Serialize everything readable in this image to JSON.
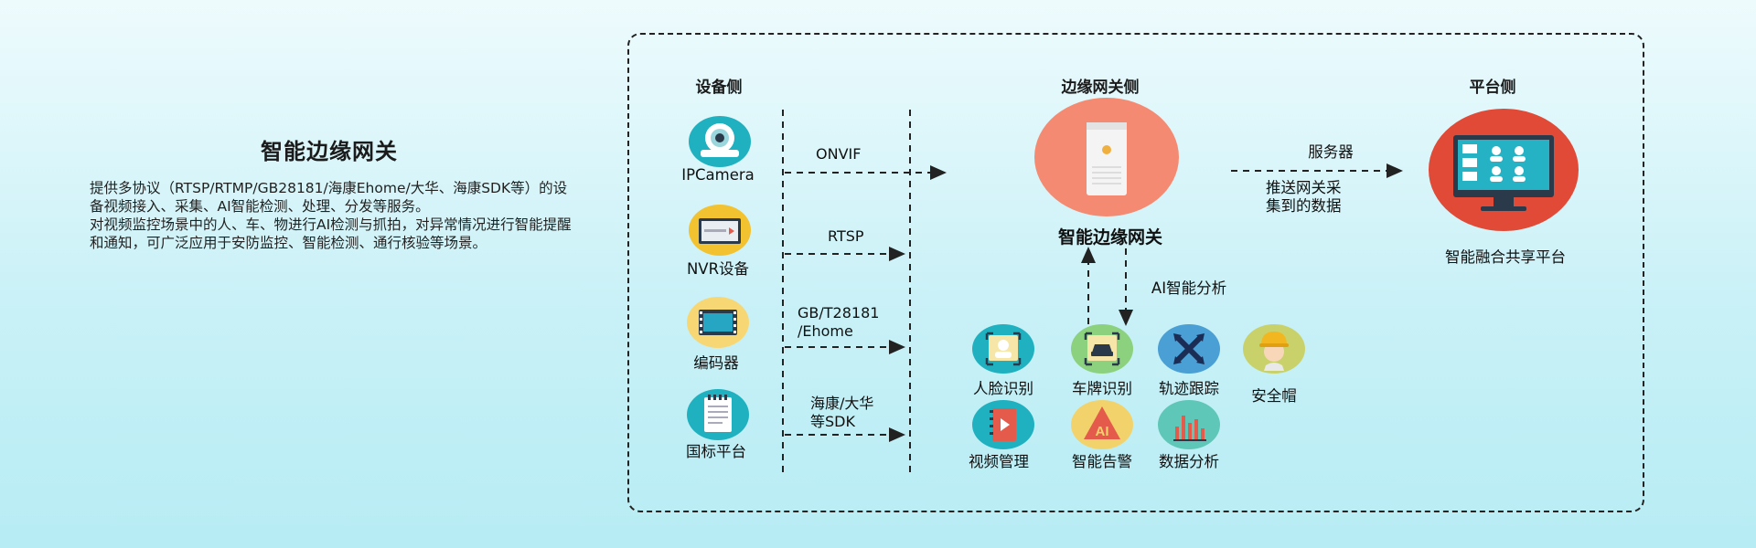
{
  "left_panel": {
    "title": "智能边缘网关",
    "paragraphs": [
      "提供多协议（RTSP/RTMP/GB28181/海康Ehome/大华、海康SDK等）的设备视频接入、采集、AI智能检测、处理、分发等服务。",
      "对视频监控场景中的人、车、物进行AI检测与抓拍，对异常情况进行智能提醒和通知，可广泛应用于安防监控、智能检测、通行核验等场景。"
    ]
  },
  "columns": {
    "device": "设备侧",
    "gateway": "边缘网关侧",
    "platform": "平台侧"
  },
  "devices": [
    {
      "label": "IPCamera",
      "icon": "ip-camera-icon",
      "color": "#1fb1c0"
    },
    {
      "label": "NVR设备",
      "icon": "nvr-device-icon",
      "color": "#f2c230"
    },
    {
      "label": "编码器",
      "icon": "encoder-icon",
      "color": "#f7d774"
    },
    {
      "label": "国标平台",
      "icon": "document-icon",
      "color": "#1fb1c0"
    }
  ],
  "protocols": [
    "ONVIF",
    "RTSP",
    "GB/T28181\n/Ehome",
    "海康/大华\n等SDK"
  ],
  "gateway": {
    "label": "智能边缘网关",
    "icon": "server-icon",
    "color": "#f58a72"
  },
  "ai_link_label": "AI智能分析",
  "server_link": {
    "label": "服务器",
    "sublabel": "推送网关采\n集到的数据"
  },
  "platform": {
    "label": "智能融合共享平台",
    "icon": "monitor-icon",
    "color": "#e04a37"
  },
  "features": [
    {
      "label": "人脸识别",
      "icon": "face-recognition-icon",
      "color": "#1fb1c0"
    },
    {
      "label": "车牌识别",
      "icon": "plate-recognition-icon",
      "color": "#8cd17d"
    },
    {
      "label": "轨迹跟踪",
      "icon": "track-icon",
      "color": "#4a9fd4"
    },
    {
      "label": "安全帽",
      "icon": "helmet-icon",
      "color": "#c9d26a"
    },
    {
      "label": "视频管理",
      "icon": "video-management-icon",
      "color": "#1fb1c0"
    },
    {
      "label": "智能告警",
      "icon": "alarm-icon",
      "color": "#f2d36b"
    },
    {
      "label": "数据分析",
      "icon": "data-analysis-icon",
      "color": "#5fc7b7"
    }
  ],
  "colors": {
    "accent_teal": "#1fb1c0",
    "line": "#222222"
  }
}
